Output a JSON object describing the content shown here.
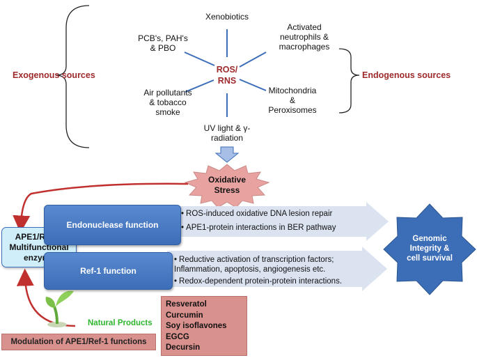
{
  "ros": {
    "center": "ROS/\nRNS"
  },
  "sources": {
    "xenobiotics": "Xenobiotics",
    "pcb": "PCB's, PAH's\n& PBO",
    "neutrophils": "Activated\nneutrophils &\nmacrophages",
    "air": "Air pollutants\n& tobacco\nsmoke",
    "mito": "Mitochondria\n&\nPeroxisomes",
    "uv": "UV light & γ-\nradiation",
    "exogenous": "Exogenous sources",
    "endogenous": "Endogenous sources"
  },
  "stress": "Oxidative\nStress",
  "ape1": "APE1/Ref-1:\nMultifunctional\nenzyme",
  "endo_fn": {
    "label": "Endonuclease function",
    "bullets": [
      "ROS-induced oxidative DNA lesion repair",
      "APE1-protein interactions in BER pathway"
    ]
  },
  "ref1_fn": {
    "label": "Ref-1 function",
    "bullets": [
      "Reductive activation of transcription factors;\nInflammation, apoptosis, angiogenesis etc.",
      "Redox-dependent protein-protein interactions."
    ]
  },
  "genomic": "Genomic\nIntegrity &\ncell survival",
  "natural_products": "Natural Products",
  "modulation": "Modulation of APE1/Ref-1 functions",
  "compounds": [
    "Resveratol",
    "Curcumin",
    "Soy isoflavones",
    "EGCG",
    "Decursin"
  ],
  "colors": {
    "dark_red": "#9e2a2b",
    "blue": "#3c6db7",
    "light_blue_arrow": "#dbe3f1",
    "pink": "#d9918e",
    "star": "#e8a3a1",
    "green_text": "#2fb52f"
  }
}
